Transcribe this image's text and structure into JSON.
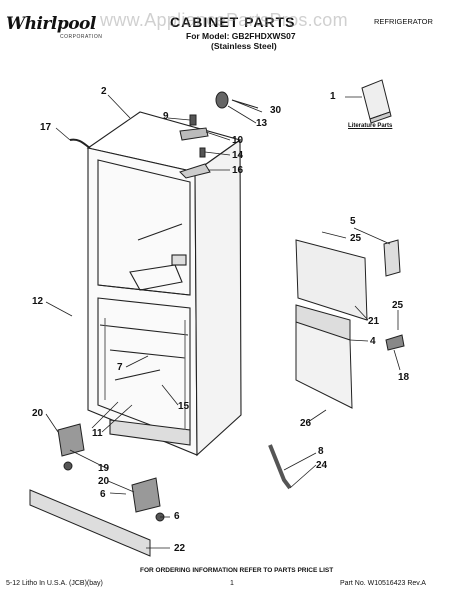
{
  "watermark": "www.AppliancePartsPros.com",
  "brand": {
    "name": "Whirlpool",
    "sub": "CORPORATION"
  },
  "header": {
    "title": "CABINET PARTS",
    "model_line": "For Model: GB2FHDXWS07",
    "variant": "(Stainless Steel)",
    "doc_type": "REFRIGERATOR"
  },
  "literature_label": "Literature Parts",
  "callouts": [
    "1",
    "2",
    "30",
    "9",
    "13",
    "10",
    "17",
    "14",
    "16",
    "5",
    "25",
    "21",
    "12",
    "4",
    "25",
    "18",
    "7",
    "15",
    "20",
    "11",
    "26",
    "8",
    "24",
    "19",
    "20",
    "6",
    "6",
    "22"
  ],
  "footer": {
    "note": "FOR ORDERING INFORMATION REFER TO PARTS PRICE LIST",
    "left": "5-12 Litho In U.S.A. (JCB)(bay)",
    "page": "1",
    "right": "Part No. W10516423 Rev.A"
  }
}
